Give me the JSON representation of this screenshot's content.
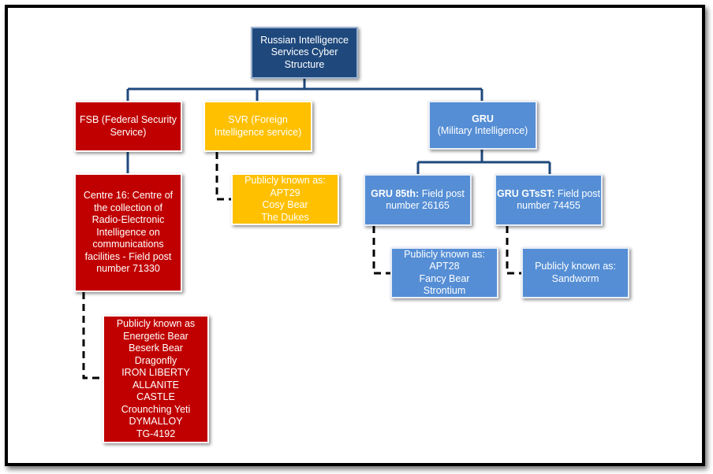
{
  "diagram": {
    "root": {
      "lines": [
        "Russian Intelligence",
        "Services Cyber",
        "Structure"
      ]
    },
    "fsb": {
      "lines": [
        "FSB (Federal Security",
        "Service)"
      ]
    },
    "svr": {
      "lines": [
        "SVR (Foreign",
        "Intelligence service)"
      ]
    },
    "gru": {
      "lines": [
        "GRU",
        "(Military Intelligence)"
      ]
    },
    "centre16": {
      "lines": [
        "Centre 16: Centre of",
        "the collection of",
        "Radio-Electronic",
        "Intelligence on",
        "communications",
        "facilities - Field post",
        "number 71330"
      ]
    },
    "fsb_aliases": {
      "lines": [
        "Publicly known as",
        "Energetic Bear",
        "Beserk Bear",
        "Dragonfly",
        "IRON LIBERTY",
        "ALLANITE",
        "CASTLE",
        "Crounching Yeti",
        "DYMALLOY",
        "TG-4192"
      ]
    },
    "svr_aliases": {
      "lines": [
        "Publicly known as:",
        "APT29",
        "Cosy Bear",
        "The Dukes"
      ]
    },
    "gru85": {
      "bold": "GRU 85th:",
      "rest": " Field post",
      "line2": "number 26165"
    },
    "gtsst": {
      "bold": "GRU GTsST:",
      "rest": " Field post",
      "line2": "number 74455"
    },
    "gru85_aliases": {
      "lines": [
        "Publicly known as:",
        "APT28",
        "Fancy Bear",
        "Strontium"
      ]
    },
    "gtsst_aliases": {
      "lines": [
        "Publicly known as:",
        "Sandworm"
      ]
    }
  },
  "colors": {
    "navy": "#1f497d",
    "red": "#c00000",
    "amber": "#ffc000",
    "blue": "#558ed5",
    "solid_connector": "#1f497d",
    "dashed_connector": "#000000"
  }
}
